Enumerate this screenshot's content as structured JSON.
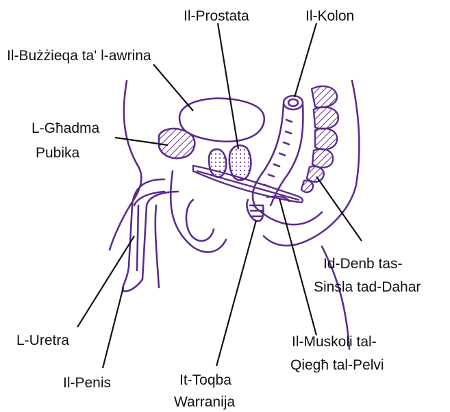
{
  "colors": {
    "outline": "#5b2c8c",
    "label": "#111111",
    "leader": "#111111"
  },
  "labels": {
    "prostate": "Il-Prostata",
    "colon": "Il-Kolon",
    "bladder": "Il-Bużżieqa ta' l-awrina",
    "pubic_line1": "L-Għadma",
    "pubic_line2": "Pubika",
    "coccyx_line1": "Id-Denb tas-",
    "coccyx_line2": "Sinsla tad-Dahar",
    "pelvic_line1": "Il-Muskoli tal-",
    "pelvic_line2": "Qiegħ tal-Pelvi",
    "urethra": "L-Uretra",
    "penis": "Il-Penis",
    "anus_line1": "It-Toqba",
    "anus_line2": "Warranija"
  }
}
